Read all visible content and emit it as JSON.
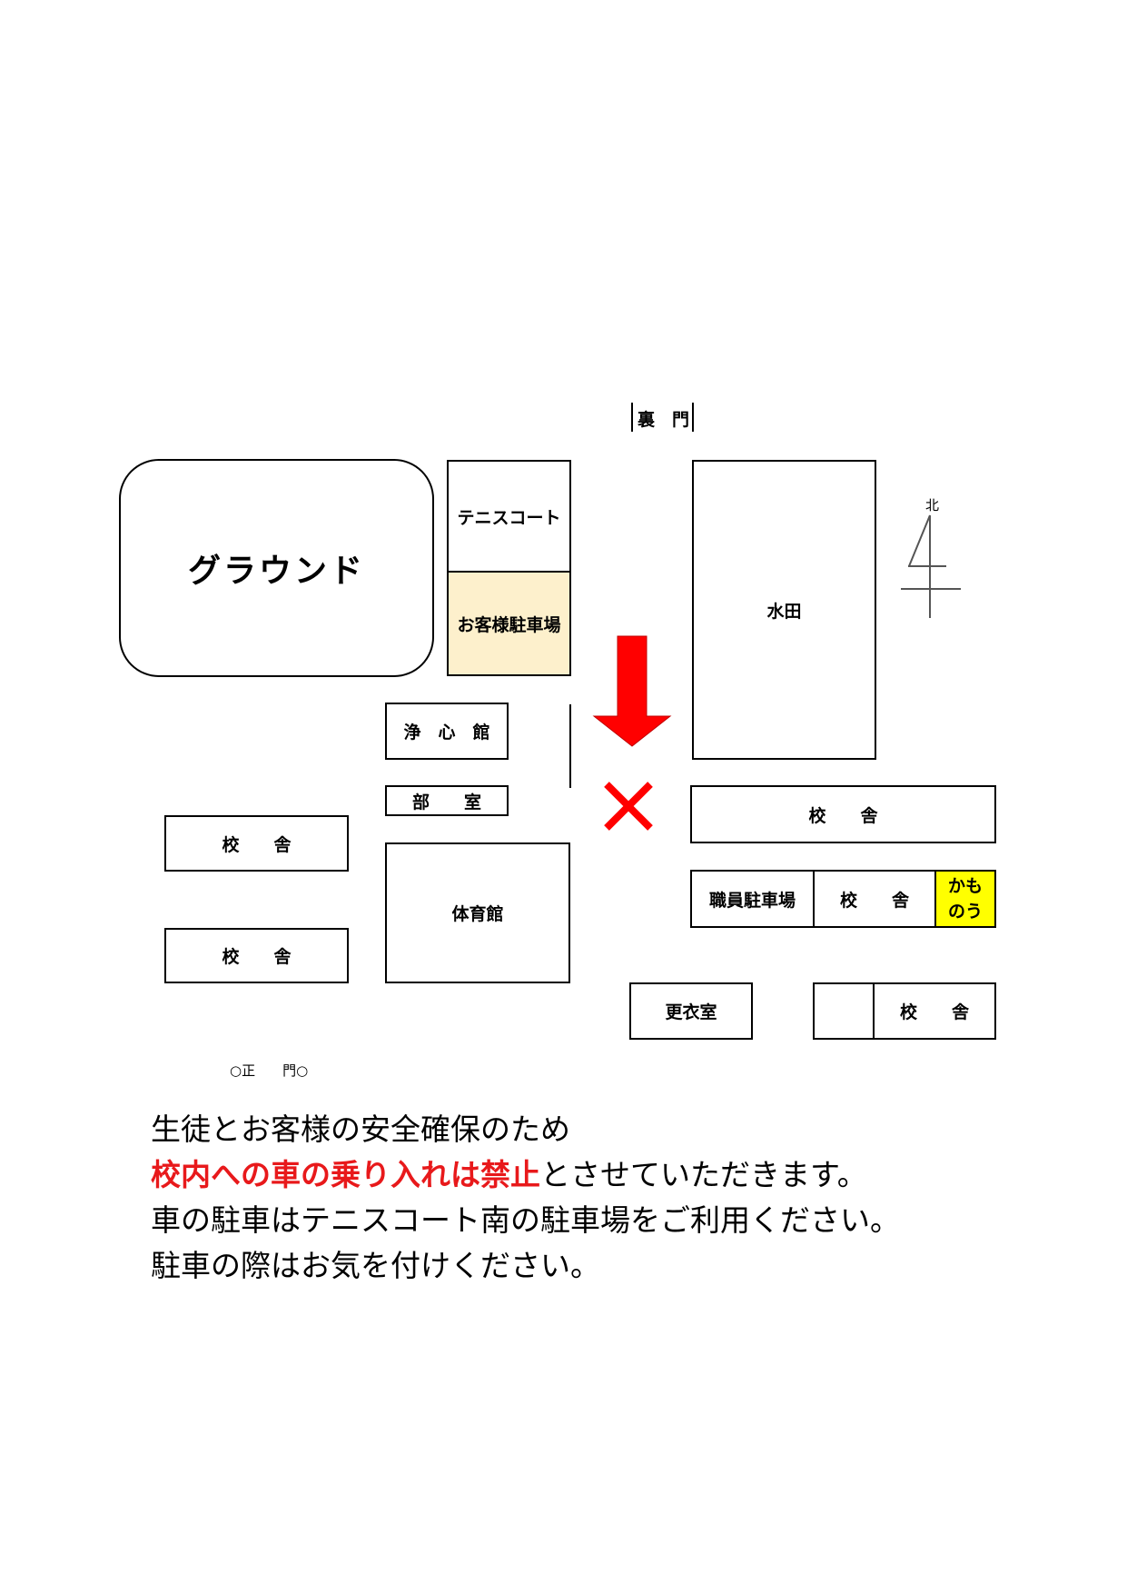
{
  "map": {
    "back_gate": "裏　門",
    "ground": "グラウンド",
    "tennis_court": "テニスコート",
    "guest_parking": "お客様駐車場",
    "paddy_field": "水田",
    "north": "北",
    "joshinkan": "浄　心　館",
    "club_room": "部　　室",
    "gym": "体育館",
    "school_building": "校　　舎",
    "staff_parking": "職員駐車場",
    "kamonou": "かも\nのう",
    "changing_room": "更衣室",
    "main_gate": "○正　　門○"
  },
  "notice": {
    "line1": "生徒とお客様の安全確保のため",
    "line2_red": "校内への車の乗り入れは禁止",
    "line2_rest": "とさせていただきます。",
    "line3": "車の駐車はテニスコート南の駐車場をご利用ください。",
    "line4": "駐車の際はお気を付けください。"
  },
  "colors": {
    "guest_parking_fill": "#fdf0cc",
    "kamonou_fill": "#ffff00",
    "arrow": "#ff0000",
    "notice_red": "#e8191b"
  }
}
